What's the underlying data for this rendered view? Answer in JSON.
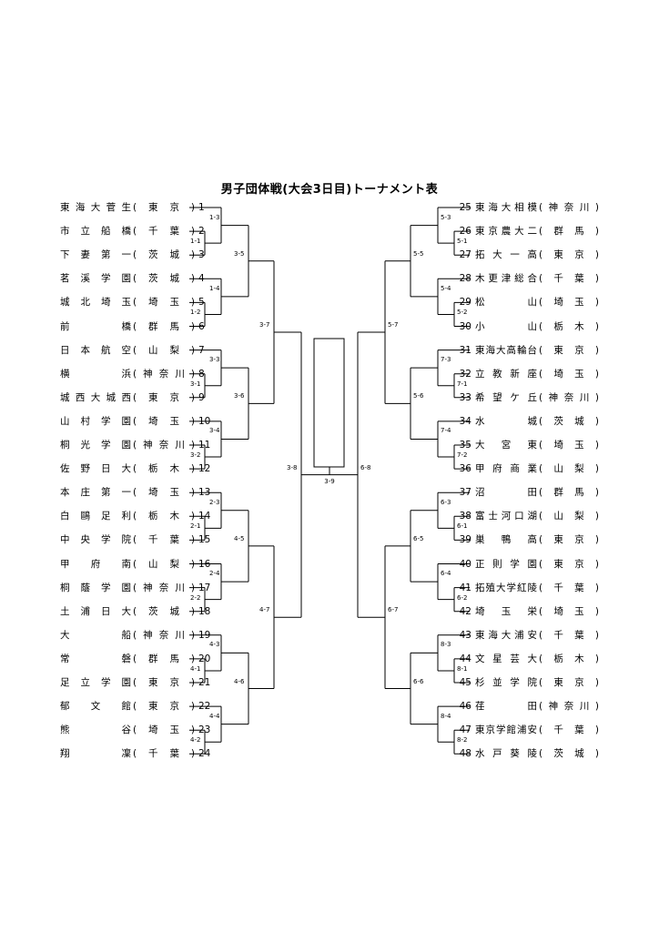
{
  "title": "男子団体戦(大会3日目)トーナメント表",
  "left_teams": [
    {
      "seed": "1",
      "name": "東海大菅生",
      "pref": "(東京)"
    },
    {
      "seed": "2",
      "name": "市立船橋",
      "pref": "(千葉)"
    },
    {
      "seed": "3",
      "name": "下妻第一",
      "pref": "(茨城)"
    },
    {
      "seed": "4",
      "name": "茗溪学園",
      "pref": "(茨城)"
    },
    {
      "seed": "5",
      "name": "城北埼玉",
      "pref": "(埼玉)"
    },
    {
      "seed": "6",
      "name": "前橋",
      "pref": "(群馬)"
    },
    {
      "seed": "7",
      "name": "日本航空",
      "pref": "(山梨)"
    },
    {
      "seed": "8",
      "name": "横浜",
      "pref": "(神奈川)"
    },
    {
      "seed": "9",
      "name": "城西大城西",
      "pref": "(東京)"
    },
    {
      "seed": "10",
      "name": "山村学園",
      "pref": "(埼玉)"
    },
    {
      "seed": "11",
      "name": "桐光学園",
      "pref": "(神奈川)"
    },
    {
      "seed": "12",
      "name": "佐野日大",
      "pref": "(栃木)"
    },
    {
      "seed": "13",
      "name": "本庄第一",
      "pref": "(埼玉)"
    },
    {
      "seed": "14",
      "name": "白鷗足利",
      "pref": "(栃木)"
    },
    {
      "seed": "15",
      "name": "中央学院",
      "pref": "(千葉)"
    },
    {
      "seed": "16",
      "name": "甲府南",
      "pref": "(山梨)"
    },
    {
      "seed": "17",
      "name": "桐蔭学園",
      "pref": "(神奈川)"
    },
    {
      "seed": "18",
      "name": "土浦日大",
      "pref": "(茨城)"
    },
    {
      "seed": "19",
      "name": "大船",
      "pref": "(神奈川)"
    },
    {
      "seed": "20",
      "name": "常磐",
      "pref": "(群馬)"
    },
    {
      "seed": "21",
      "name": "足立学園",
      "pref": "(東京)"
    },
    {
      "seed": "22",
      "name": "郁文館",
      "pref": "(東京)"
    },
    {
      "seed": "23",
      "name": "熊谷",
      "pref": "(埼玉)"
    },
    {
      "seed": "24",
      "name": "翔凜",
      "pref": "(千葉)"
    }
  ],
  "right_teams": [
    {
      "seed": "25",
      "name": "東海大相模",
      "pref": "(神奈川)"
    },
    {
      "seed": "26",
      "name": "東京農大二",
      "pref": "(群馬)"
    },
    {
      "seed": "27",
      "name": "拓大一高",
      "pref": "(東京)"
    },
    {
      "seed": "28",
      "name": "木更津総合",
      "pref": "(千葉)"
    },
    {
      "seed": "29",
      "name": "松山",
      "pref": "(埼玉)"
    },
    {
      "seed": "30",
      "name": "小山",
      "pref": "(栃木)"
    },
    {
      "seed": "31",
      "name": "東海大高輪台",
      "pref": "(東京)"
    },
    {
      "seed": "32",
      "name": "立教新座",
      "pref": "(埼玉)"
    },
    {
      "seed": "33",
      "name": "希望ケ丘",
      "pref": "(神奈川)"
    },
    {
      "seed": "34",
      "name": "水城",
      "pref": "(茨城)"
    },
    {
      "seed": "35",
      "name": "大宮東",
      "pref": "(埼玉)"
    },
    {
      "seed": "36",
      "name": "甲府商業",
      "pref": "(山梨)"
    },
    {
      "seed": "37",
      "name": "沼田",
      "pref": "(群馬)"
    },
    {
      "seed": "38",
      "name": "富士河口湖",
      "pref": "(山梨)"
    },
    {
      "seed": "39",
      "name": "巣鴨高",
      "pref": "(東京)"
    },
    {
      "seed": "40",
      "name": "正則学園",
      "pref": "(東京)"
    },
    {
      "seed": "41",
      "name": "拓殖大学紅陵",
      "pref": "(千葉)"
    },
    {
      "seed": "42",
      "name": "埼玉栄",
      "pref": "(埼玉)"
    },
    {
      "seed": "43",
      "name": "東海大浦安",
      "pref": "(千葉)"
    },
    {
      "seed": "44",
      "name": "文星芸大",
      "pref": "(栃木)"
    },
    {
      "seed": "45",
      "name": "杉並学院",
      "pref": "(東京)"
    },
    {
      "seed": "46",
      "name": "荏田",
      "pref": "(神奈川)"
    },
    {
      "seed": "47",
      "name": "東京学館浦安",
      "pref": "(千葉)"
    },
    {
      "seed": "48",
      "name": "水戸葵陵",
      "pref": "(茨城)"
    }
  ],
  "match_labels": {
    "left_r1": [
      "1-1",
      "1-2",
      "3-1",
      "3-2",
      "2-1",
      "2-2",
      "4-1",
      "4-2"
    ],
    "left_r2": [
      "1-3",
      "1-4",
      "3-3",
      "3-4",
      "2-3",
      "2-4",
      "4-3",
      "4-4"
    ],
    "left_r3": [
      "3-5",
      "3-6",
      "4-5",
      "4-6"
    ],
    "left_r4": [
      "3-7",
      "4-7"
    ],
    "left_r5": "3-8",
    "final": "3-9",
    "right_r5": "6-8",
    "right_r4": [
      "5-7",
      "6-7"
    ],
    "right_r3": [
      "5-5",
      "5-6",
      "6-5",
      "6-6"
    ],
    "right_r2": [
      "5-3",
      "5-4",
      "7-3",
      "7-4",
      "6-3",
      "6-4",
      "8-3",
      "8-4"
    ],
    "right_r1": [
      "5-1",
      "5-2",
      "7-1",
      "7-2",
      "6-1",
      "6-2",
      "8-1",
      "8-2"
    ]
  }
}
